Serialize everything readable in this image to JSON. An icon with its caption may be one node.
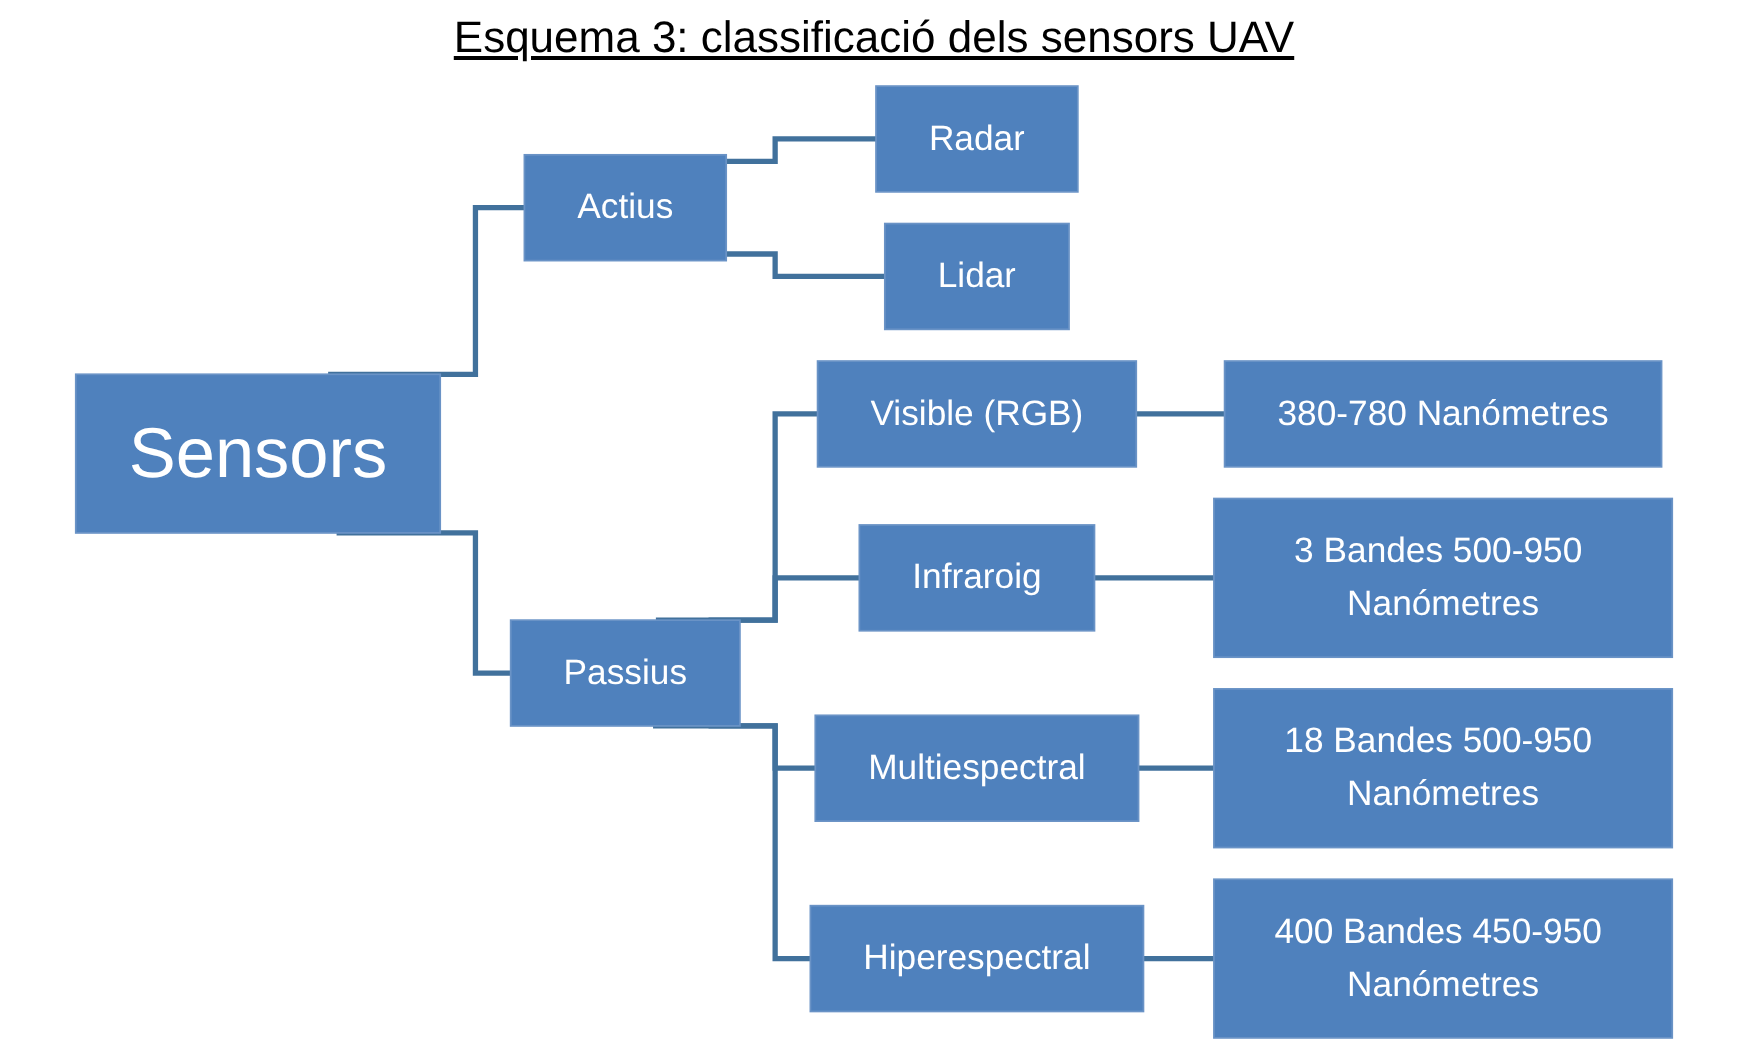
{
  "diagram": {
    "title": "Esquema 3: classificació dels sensors UAV",
    "nodes": [
      {
        "text": [
          "Sensors"
        ]
      },
      {
        "text": [
          "Actius"
        ]
      },
      {
        "text": [
          "Passius"
        ]
      },
      {
        "text": [
          "Radar"
        ]
      },
      {
        "text": [
          "Lidar"
        ]
      },
      {
        "text": [
          "Visible (RGB)"
        ]
      },
      {
        "text": [
          "Infraroig"
        ]
      },
      {
        "text": [
          "Multiespectral"
        ]
      },
      {
        "text": [
          "Hiperespectral"
        ]
      },
      {
        "text": [
          "380-780 Nanómetres"
        ]
      },
      {
        "text": [
          "3 Bandes 500-950 Nanómetres"
        ]
      },
      {
        "text": [
          "18 Bandes 500-950 Nanómetres"
        ]
      },
      {
        "text": [
          "400 Bandes 450-950 Nanómetres"
        ]
      }
    ],
    "edges": [
      {
        "from": 0,
        "to": 1,
        "arrow": "none"
      },
      {
        "from": 0,
        "to": 2,
        "arrow": "none"
      },
      {
        "from": 1,
        "to": 3,
        "arrow": "none"
      },
      {
        "from": 1,
        "to": 4,
        "arrow": "none"
      },
      {
        "from": 2,
        "to": 5,
        "arrow": "none"
      },
      {
        "from": 2,
        "to": 6,
        "arrow": "none"
      },
      {
        "from": 2,
        "to": 7,
        "arrow": "none"
      },
      {
        "from": 2,
        "to": 8,
        "arrow": "none"
      },
      {
        "from": 5,
        "to": 9,
        "arrow": "none"
      },
      {
        "from": 6,
        "to": 10,
        "arrow": "none"
      },
      {
        "from": 7,
        "to": 11,
        "arrow": "none"
      },
      {
        "from": 8,
        "to": 12,
        "arrow": "none"
      }
    ]
  }
}
